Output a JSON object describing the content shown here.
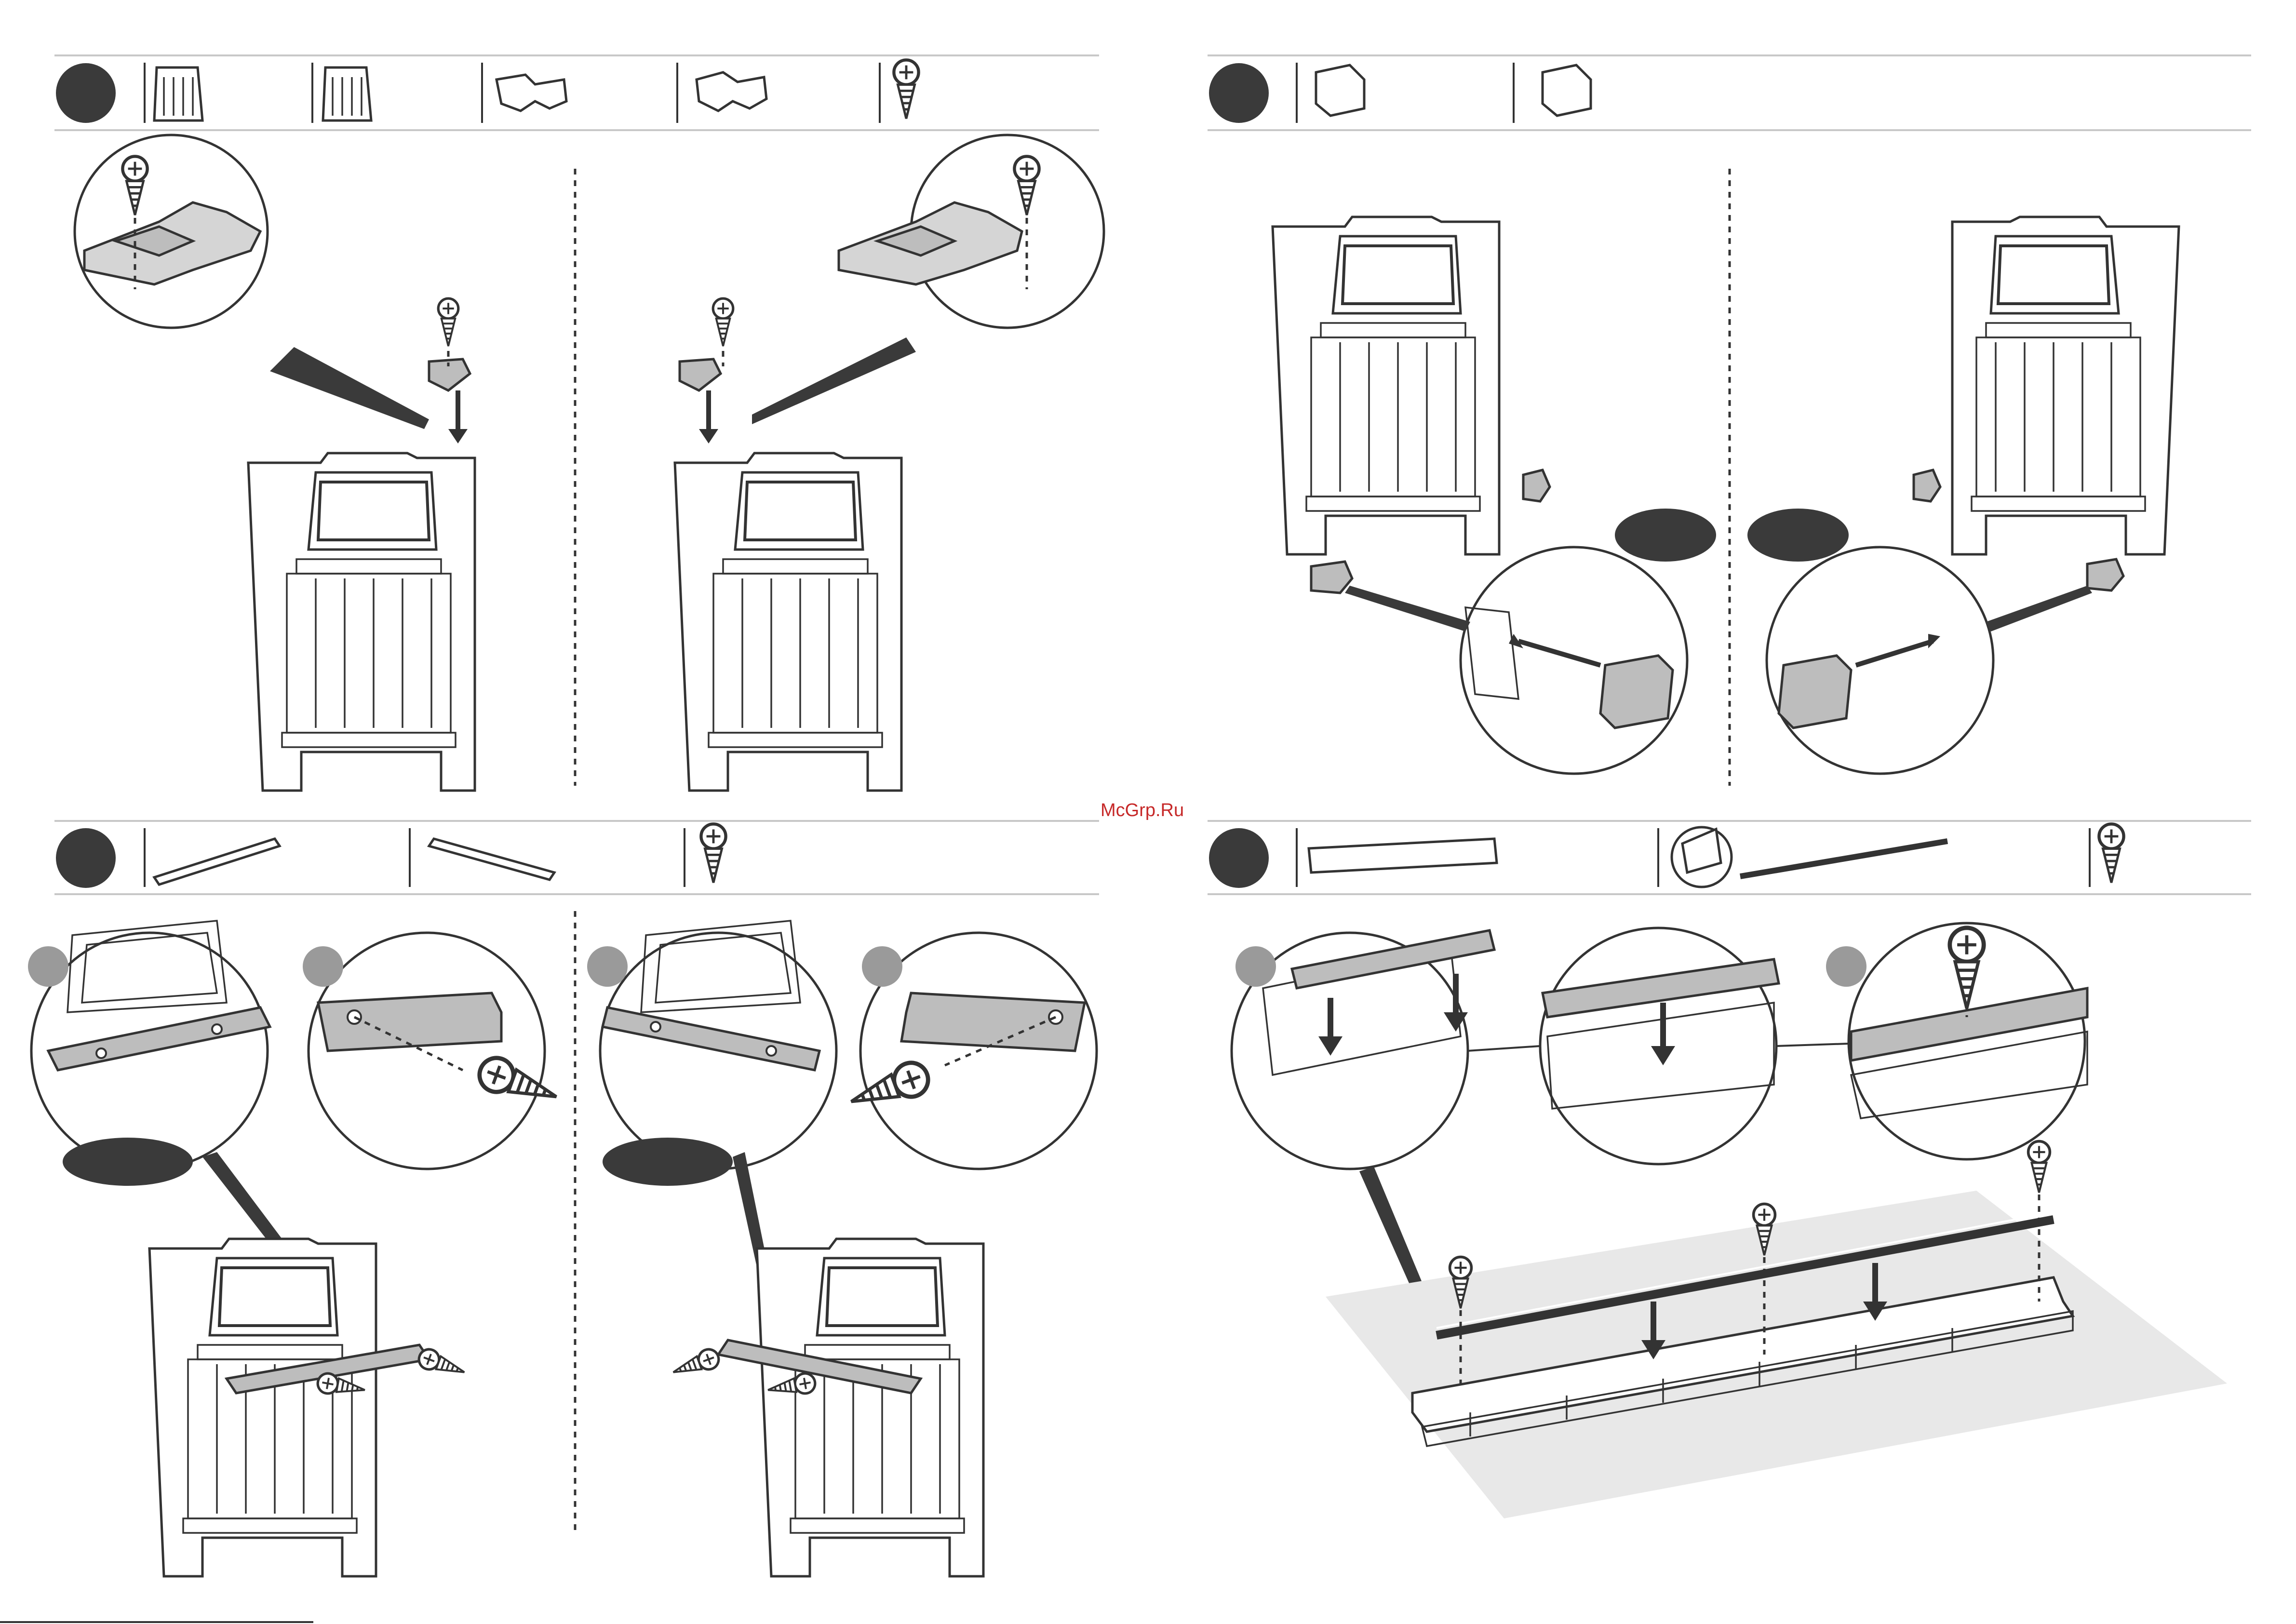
{
  "watermark": {
    "text": "McGrp.Ru",
    "color": "#c62828"
  },
  "colors": {
    "step_badge": "#3a3a3a",
    "sub_badge": "#9a9a9a",
    "callout": "#3a3a3a",
    "part_grey": "#bdbdbd",
    "rule": "#c8c8c8"
  },
  "steps": [
    {
      "icon": "step-badge",
      "parts": [
        "side-panel-part-a",
        "side-panel-part-b",
        "corner-bracket-left",
        "corner-bracket-right",
        "screw"
      ]
    },
    {
      "icon": "step-badge",
      "parts": [
        "corner-block-left",
        "corner-block-right"
      ]
    },
    {
      "icon": "step-badge",
      "parts": [
        "support-rail-left",
        "support-rail-right",
        "screw"
      ]
    },
    {
      "icon": "step-badge",
      "parts": [
        "slotted-base-rail",
        "metal-rod",
        "screw"
      ]
    }
  ]
}
